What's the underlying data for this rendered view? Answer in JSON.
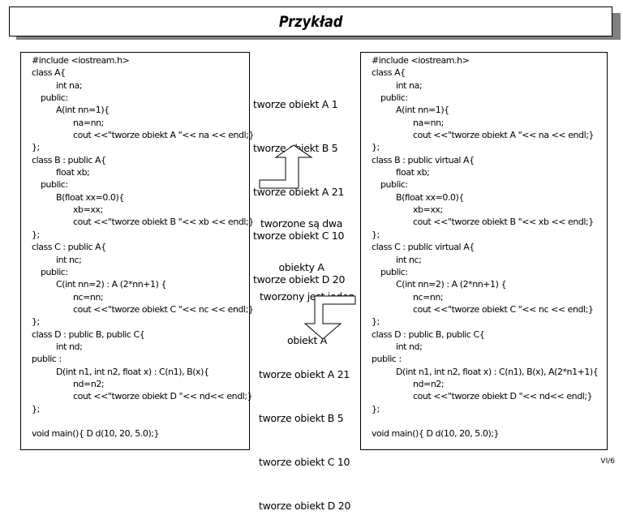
{
  "title": "Przykład",
  "left_code": [
    {
      "text": "#include <iostream.h>",
      "indent": 0
    },
    {
      "text": "class A{",
      "indent": 0
    },
    {
      "text": "int na;",
      "indent": 2
    },
    {
      "text": "public:",
      "indent": 1
    },
    {
      "text": "A(int nn=1){",
      "indent": 2
    },
    {
      "text": "na=nn;",
      "indent": 3
    },
    {
      "text": "cout <<\"tworze obiekt A \"<< na << endl;}",
      "indent": 3
    },
    {
      "text": "};",
      "indent": 0
    },
    {
      "text": "class B : public A{",
      "indent": 0
    },
    {
      "text": "float xb;",
      "indent": 2
    },
    {
      "text": "public:",
      "indent": 1
    },
    {
      "text": "B(float xx=0.0){",
      "indent": 2
    },
    {
      "text": "xb=xx;",
      "indent": 3
    },
    {
      "text": "cout <<\"tworze obiekt B \"<< xb << endl;}",
      "indent": 3
    },
    {
      "text": "};",
      "indent": 0
    },
    {
      "text": "class C : public A{",
      "indent": 0
    },
    {
      "text": "int nc;",
      "indent": 2
    },
    {
      "text": "public:",
      "indent": 1
    },
    {
      "text": "C(int nn=2) : A (2*nn+1) {",
      "indent": 2
    },
    {
      "text": "nc=nn;",
      "indent": 3
    },
    {
      "text": "cout <<\"tworze obiekt C \"<< nc << endl;}",
      "indent": 3
    },
    {
      "text": "};",
      "indent": 0
    },
    {
      "text": "class D : public B, public C{",
      "indent": 0
    },
    {
      "text": "int nd;",
      "indent": 2
    },
    {
      "text": "public :",
      "indent": 0
    },
    {
      "text": "D(int n1, int n2, float x) : C(n1), B(x){",
      "indent": 2
    },
    {
      "text": "nd=n2;",
      "indent": 3
    },
    {
      "text": "cout <<\"tworze obiekt D \"<< nd<< endl;}",
      "indent": 3
    },
    {
      "text": "};",
      "indent": 0
    },
    {
      "text": "",
      "indent": 0
    },
    {
      "text": "void main(){ D d(10, 20, 5.0);}",
      "indent": 0
    }
  ],
  "right_code": [
    {
      "text": "#include <iostream.h>",
      "indent": 0
    },
    {
      "text": "class A{",
      "indent": 0
    },
    {
      "text": "int na;",
      "indent": 2
    },
    {
      "text": "public:",
      "indent": 1
    },
    {
      "text": "A(int nn=1){",
      "indent": 2
    },
    {
      "text": "na=nn;",
      "indent": 3
    },
    {
      "text": "cout <<\"tworze obiekt A \"<< na << endl;}",
      "indent": 3
    },
    {
      "text": "};",
      "indent": 0
    },
    {
      "text": "class B : public virtual A{",
      "indent": 0
    },
    {
      "text": "float xb;",
      "indent": 2
    },
    {
      "text": "public:",
      "indent": 1
    },
    {
      "text": "B(float xx=0.0){",
      "indent": 2
    },
    {
      "text": "xb=xx;",
      "indent": 3
    },
    {
      "text": "cout <<\"tworze obiekt B \"<< xb << endl;}",
      "indent": 3
    },
    {
      "text": "};",
      "indent": 0
    },
    {
      "text": "class C : public virtual A{",
      "indent": 0
    },
    {
      "text": "int nc;",
      "indent": 2
    },
    {
      "text": "public:",
      "indent": 1
    },
    {
      "text": "C(int nn=2) : A (2*nn+1) {",
      "indent": 2
    },
    {
      "text": "nc=nn;",
      "indent": 3
    },
    {
      "text": "cout <<\"tworze obiekt C \"<< nc << endl;}",
      "indent": 3
    },
    {
      "text": "};",
      "indent": 0
    },
    {
      "text": "class D : public B, public C{",
      "indent": 0
    },
    {
      "text": "int nd;",
      "indent": 2
    },
    {
      "text": "public :",
      "indent": 0
    },
    {
      "text": "D(int n1, int n2, float x) : C(n1), B(x), A(2*n1+1){",
      "indent": 2
    },
    {
      "text": "nd=n2;",
      "indent": 3
    },
    {
      "text": "cout <<\"tworze obiekt D \"<< nd<< endl;}",
      "indent": 3
    },
    {
      "text": "};",
      "indent": 0
    },
    {
      "text": "",
      "indent": 0
    },
    {
      "text": "void main(){ D d(10, 20, 5.0);}",
      "indent": 0
    }
  ],
  "output_top": [
    "tworze obiekt A 1",
    "tworze obiekt B 5",
    "tworze obiekt A 21",
    "tworze obiekt C 10",
    "tworze obiekt D 20"
  ],
  "note_top": [
    "tworzone są dwa",
    "obiekty A"
  ],
  "note_bottom": [
    "tworzony jest jeden",
    "obiekt A"
  ],
  "output_bottom": [
    "tworze obiekt A 21",
    "tworze obiekt B 5",
    "tworze obiekt C 10",
    "tworze obiekt D 20"
  ],
  "page_number": "VI/6",
  "icons": {
    "arrow_up": "bent-arrow-up-icon",
    "arrow_down": "bent-arrow-down-icon"
  }
}
